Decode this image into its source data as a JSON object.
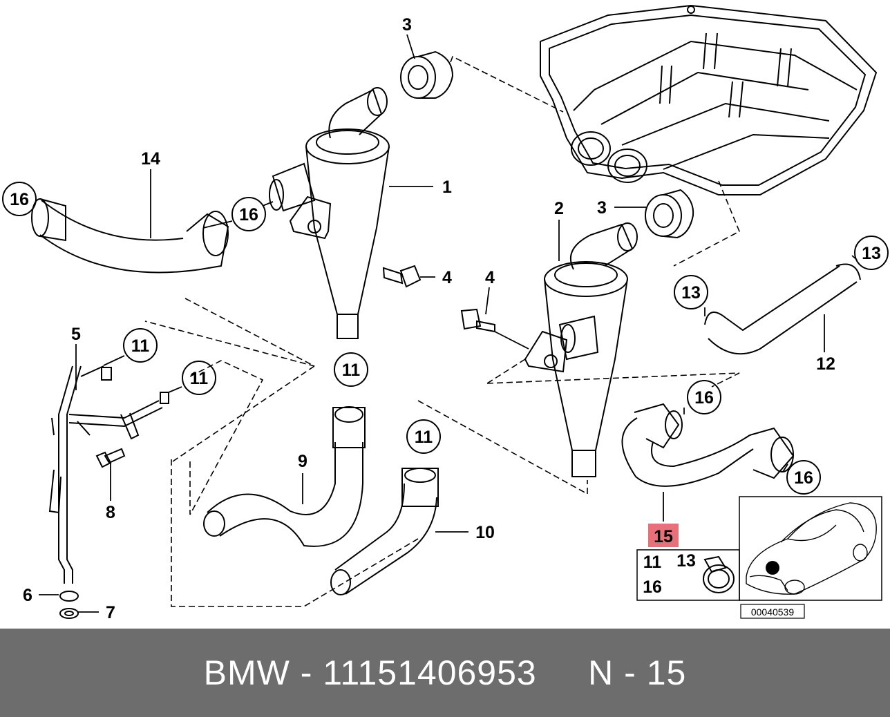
{
  "labels": {
    "l1": "1",
    "l2": "2",
    "l3a": "3",
    "l3b": "3",
    "l4a": "4",
    "l4b": "4",
    "l5": "5",
    "l6": "6",
    "l7": "7",
    "l8": "8",
    "l9": "9",
    "l10": "10",
    "l11a": "11",
    "l11b": "11",
    "l11c": "11",
    "l11d": "11",
    "l12": "12",
    "l13a": "13",
    "l13b": "13",
    "l14": "14",
    "l16a": "16",
    "l16b": "16",
    "l16c": "16",
    "l16d": "16",
    "l15": "15"
  },
  "kit": {
    "a": "11",
    "b": "13",
    "c": "16"
  },
  "diagram_code": "00040539",
  "footer": {
    "text": "BMW - 11151406953     N - 15"
  },
  "colors": {
    "highlight": "#e8707a",
    "footer_bg": "#6d6d6d",
    "line": "#000000"
  }
}
